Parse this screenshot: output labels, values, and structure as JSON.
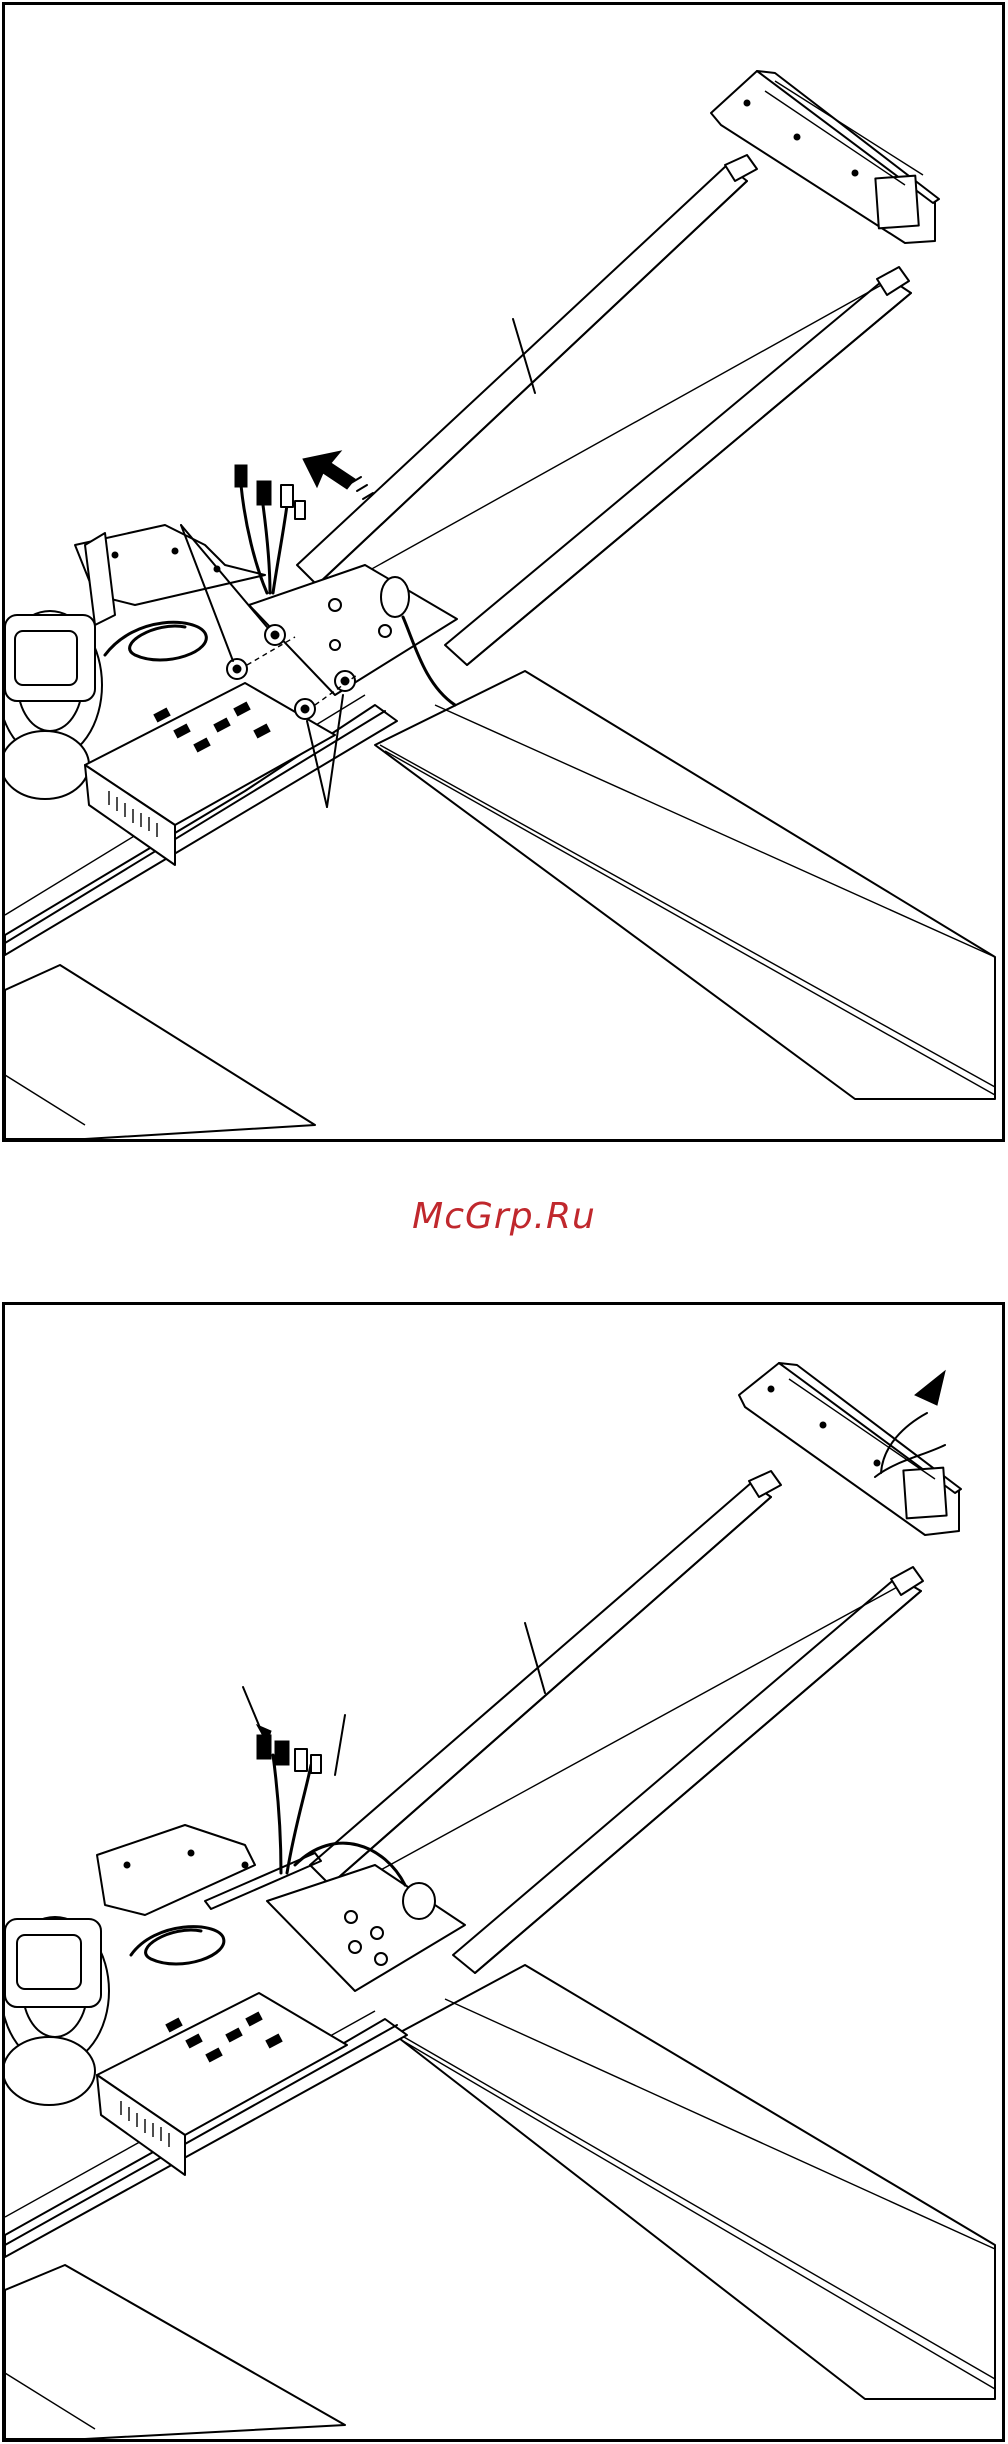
{
  "watermark": {
    "text": "McGrp.Ru",
    "color": "#c0282d"
  },
  "figures": [
    {
      "id": "figure-1"
    },
    {
      "id": "figure-2"
    }
  ]
}
